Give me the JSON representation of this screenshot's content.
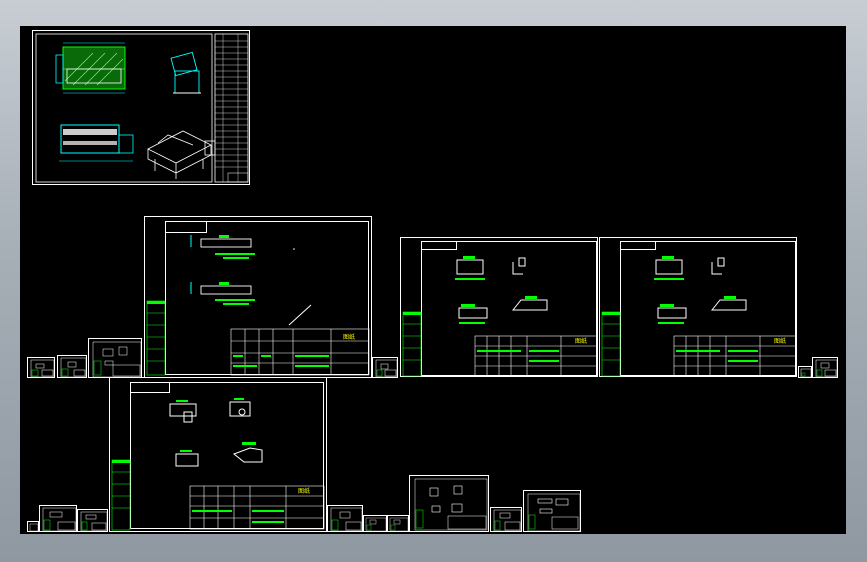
{
  "canvas": {
    "background": "#000000"
  },
  "colors": {
    "frame": "#ffffff",
    "annot": "#00ff00",
    "dim": "#00ffff",
    "text": "#ffff00"
  },
  "titleblocks": {
    "big1": "图纸",
    "sheet2": "图纸",
    "sheet3": "图纸",
    "sheet4": "图纸"
  }
}
